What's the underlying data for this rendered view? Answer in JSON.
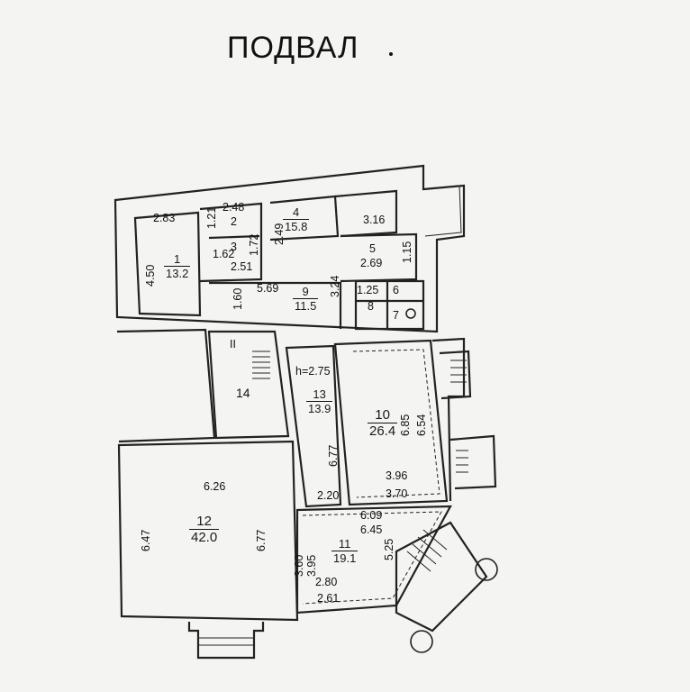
{
  "title": "ПОДВАЛ",
  "rooms": [
    {
      "number": "1",
      "area": "13.2"
    },
    {
      "number": "2"
    },
    {
      "number": "3"
    },
    {
      "number": "4",
      "area": "15.8"
    },
    {
      "number": "5"
    },
    {
      "number": "6"
    },
    {
      "number": "7"
    },
    {
      "number": "8"
    },
    {
      "number": "9",
      "area": "11.5"
    },
    {
      "number": "10",
      "area": "26.4"
    },
    {
      "number": "11",
      "area": "19.1"
    },
    {
      "number": "12",
      "area": "42.0"
    },
    {
      "number": "13",
      "area": "13.9"
    },
    {
      "number": "14"
    }
  ],
  "stair_mark": "II",
  "height_note": "h=2.75",
  "dimensions": {
    "r1_top": "2.83",
    "r1_side": "4.50",
    "r2_top": "2.48",
    "r2_side": "1.21",
    "r3_left": "1.62",
    "r3_bottom": "2.51",
    "r3_side": "1.72",
    "r4_side": "2.49",
    "r4_right": "3.16",
    "r5_bottom": "2.69",
    "r5_side": "1.15",
    "r6_w": "1.25",
    "r9_w": "5.69",
    "r9_left": "1.60",
    "r9_right": "3.24",
    "r10_a": "6.85",
    "r10_b": "6.54",
    "r10_c": "3.96",
    "r10_d": "3.70",
    "r13_side": "6.77",
    "r13_bottom": "2.20",
    "r12_top": "6.26",
    "r12_left": "6.47",
    "r12_right": "6.77",
    "r11_a": "6.09",
    "r11_b": "6.45",
    "r11_c": "3.60",
    "r11_d": "3.95",
    "r11_e": "5.25",
    "r11_f": "2.80",
    "r11_g": "2.61"
  }
}
